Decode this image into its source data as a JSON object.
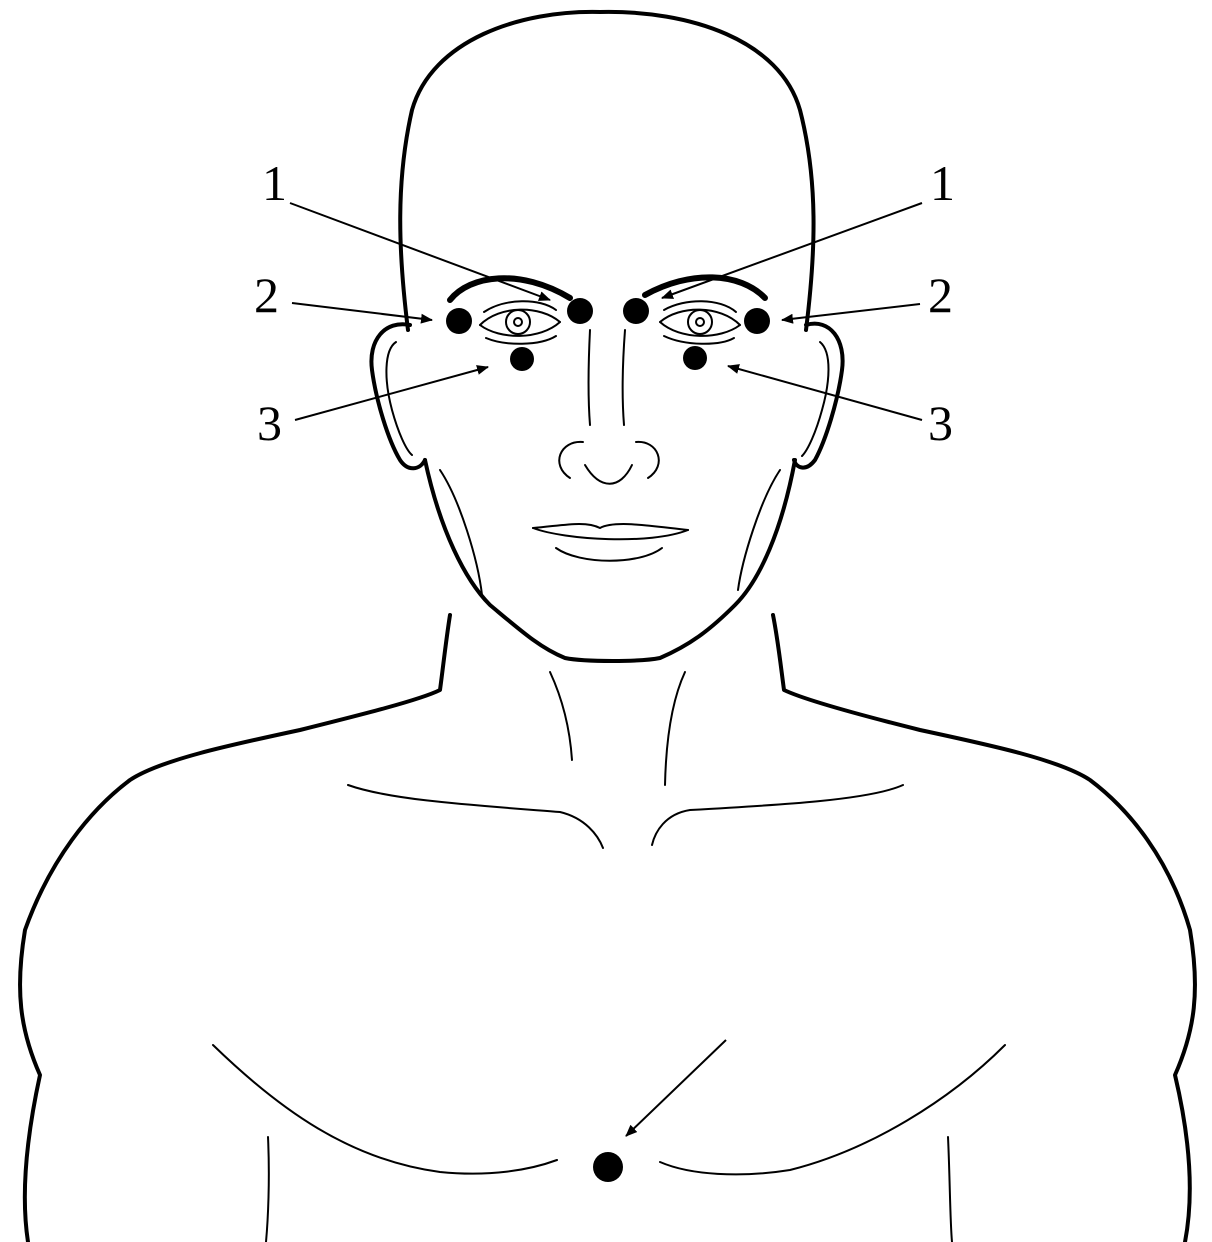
{
  "labels": {
    "left_1": "1",
    "right_1": "1",
    "left_2": "2",
    "right_2": "2",
    "left_3": "3",
    "right_3": "3"
  }
}
